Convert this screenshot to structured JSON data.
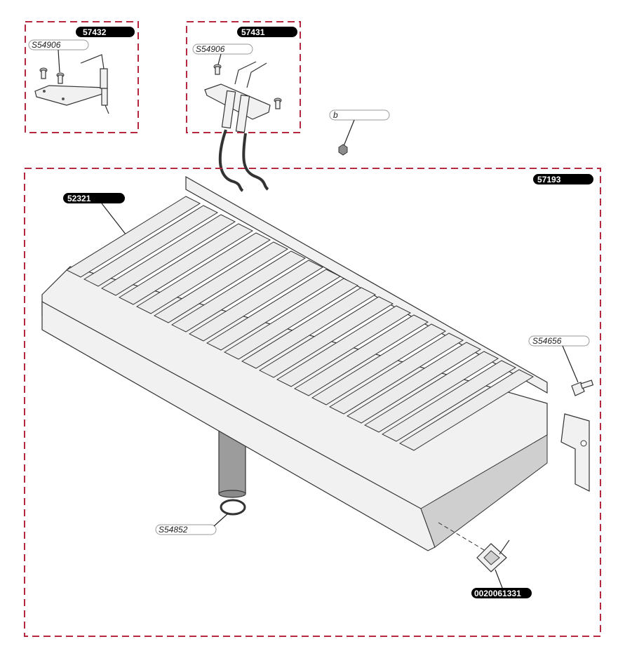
{
  "colors": {
    "frame": "#b5283f",
    "label_dark_bg": "#000000",
    "label_dark_text": "#ffffff",
    "label_light_border": "#9a9a9a"
  },
  "labels": {
    "electrode_single_kit": "57432",
    "electrode_double_kit": "57431",
    "burner_assembly": "57193",
    "burner_ramp": "52321",
    "gasket": "0020061331",
    "screw_single": "S54906",
    "screw_double": "S54906",
    "part_b": "b",
    "bolt_side": "S54656",
    "seal_ring": "S54852"
  }
}
